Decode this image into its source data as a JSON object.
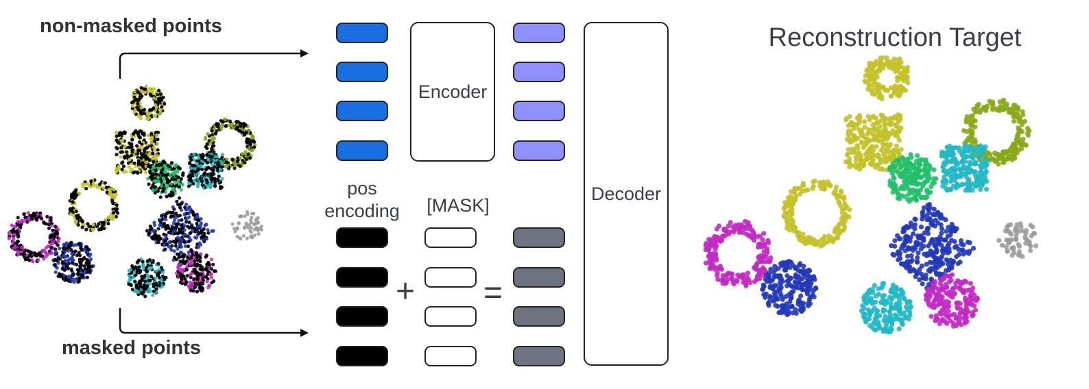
{
  "labels": {
    "non_masked": "non-masked points",
    "masked": "masked points",
    "encoder": "Encoder",
    "decoder": "Decoder",
    "pos_encoding_line1": "pos",
    "pos_encoding_line2": "encoding",
    "mask_token": "[MASK]",
    "plus": "+",
    "equals": "=",
    "target_title": "Reconstruction Target"
  },
  "colors": {
    "visible_token": "#1a6fe0",
    "encoded_token": "#9090ff",
    "pos_token": "#000000",
    "mask_token": "#ffffff",
    "sum_token": "#6e7380",
    "yellow": "#c4c22a",
    "green": "#22c06a",
    "cyan": "#22b8c4",
    "blue": "#2238b8",
    "magenta": "#c22ac4",
    "olive": "#8aa81a",
    "gray": "#999999"
  }
}
